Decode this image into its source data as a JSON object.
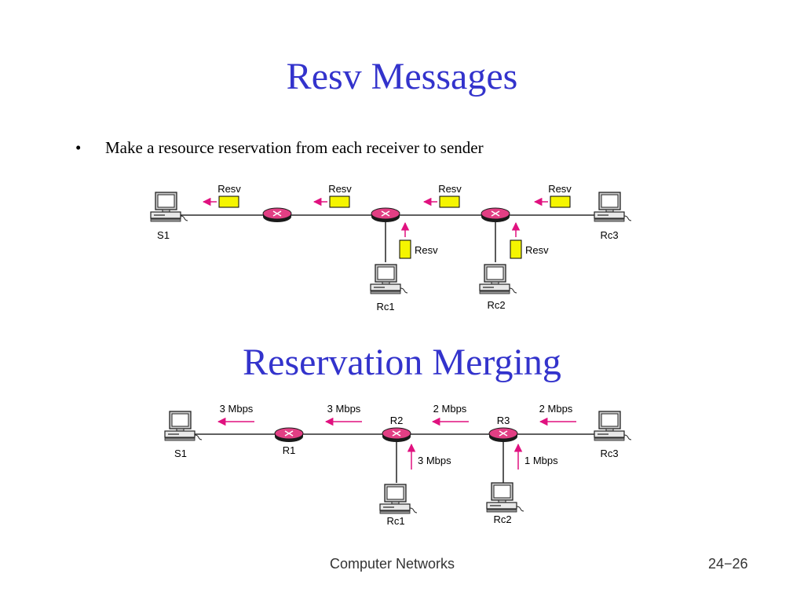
{
  "slide": {
    "title": "Resv Messages",
    "bullet": "Make a resource reservation from each receiver to sender",
    "subtitle": "Reservation Merging",
    "footer_left": "Computer Networks",
    "footer_right": "24−26"
  },
  "colors": {
    "title": "#3333cc",
    "arrow": "#e0117f",
    "message_box": "#f5f500"
  },
  "icons": {
    "host": "desktop-computer-icon",
    "router": "router-icon"
  },
  "diagram1": {
    "message_label": "Resv",
    "hosts": [
      "S1",
      "Rc1",
      "Rc2",
      "Rc3"
    ]
  },
  "diagram2": {
    "hosts": [
      "S1",
      "Rc1",
      "Rc2",
      "Rc3"
    ],
    "routers": [
      "R1",
      "R2",
      "R3"
    ],
    "top_labels": [
      "3 Mbps",
      "3 Mbps",
      "2 Mbps",
      "2 Mbps"
    ],
    "branch_labels": [
      "3 Mbps",
      "1 Mbps"
    ]
  }
}
